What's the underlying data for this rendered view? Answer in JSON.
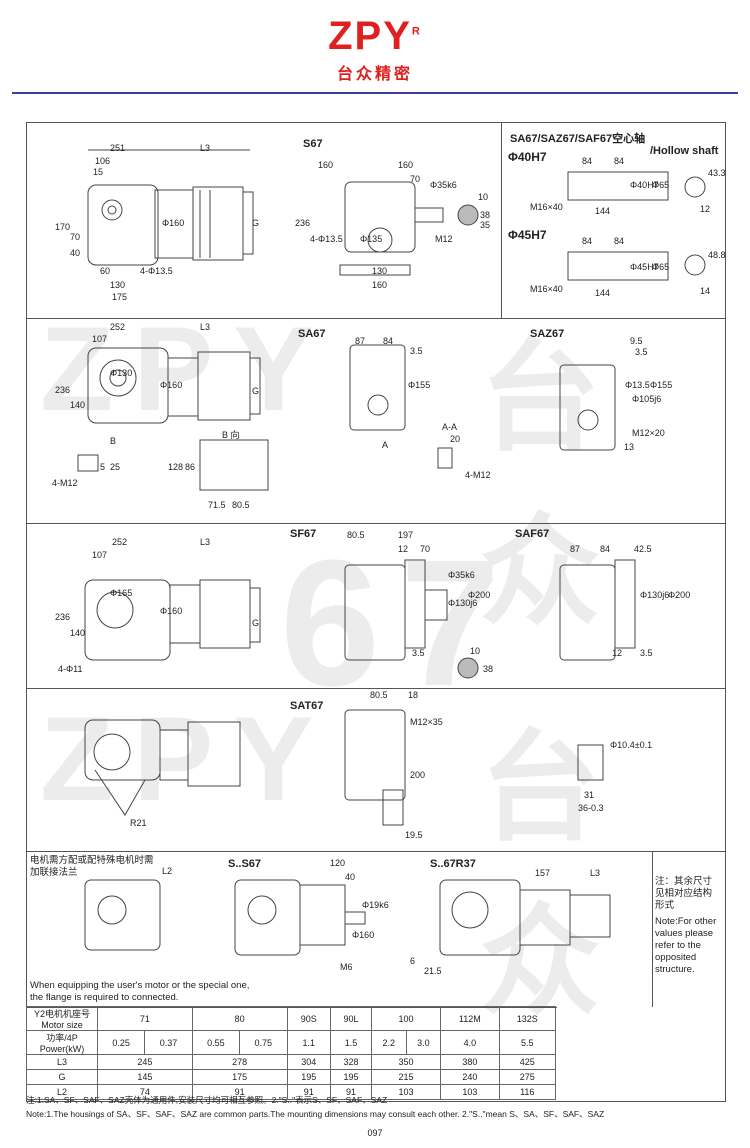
{
  "header": {
    "logo": "ZPY",
    "logo_mark": "R",
    "company_cn": "台众精密"
  },
  "watermark": {
    "text": "ZPY",
    "cn": "台众",
    "num": "67"
  },
  "s67": {
    "title": "S67",
    "dims": [
      "251",
      "L3",
      "106",
      "15",
      "170",
      "70",
      "40",
      "60",
      "130",
      "175",
      "4-Φ13.5",
      "Φ160",
      "G",
      "160",
      "160",
      "70",
      "Φ35k6",
      "236",
      "4-Φ13.5",
      "Φ135",
      "130",
      "160",
      "M12",
      "10",
      "38",
      "35"
    ]
  },
  "hollow": {
    "title": "SA67/SAZ67/SAF67空心轴",
    "title_en": "/Hollow shaft",
    "d40": "Φ40H7",
    "d45": "Φ45H7",
    "dims40": [
      "84",
      "84",
      "Φ40H7",
      "Φ65",
      "M16×40",
      "144",
      "43.3",
      "12"
    ],
    "dims45": [
      "84",
      "84",
      "Φ45H7",
      "Φ65",
      "M16×40",
      "144",
      "48.8",
      "14"
    ]
  },
  "sa67": {
    "title": "SA67",
    "dims": [
      "252",
      "L3",
      "107",
      "Φ130",
      "Φ160",
      "236",
      "140",
      "G",
      "B",
      "B 向",
      "128",
      "86",
      "71.5",
      "80.5",
      "4-M12",
      "5",
      "25",
      "87",
      "84",
      "3.5",
      "Φ155",
      "A",
      "A-A",
      "20",
      "4-M12"
    ]
  },
  "saz67": {
    "title": "SAZ67",
    "dims": [
      "9.5",
      "3.5",
      "Φ13.5",
      "Φ105j6",
      "Φ155",
      "M12×20",
      "13"
    ]
  },
  "sf67": {
    "title": "SF67",
    "dims": [
      "252",
      "L3",
      "107",
      "Φ165",
      "Φ160",
      "236",
      "140",
      "G",
      "4-Φ11",
      "80.5",
      "197",
      "12",
      "70",
      "Φ35k6",
      "Φ130j6",
      "Φ200",
      "3.5",
      "10",
      "38"
    ]
  },
  "saf67": {
    "title": "SAF67",
    "dims": [
      "87",
      "84",
      "42.5",
      "Φ130j6",
      "Φ200",
      "12",
      "3.5"
    ]
  },
  "sat67": {
    "title": "SAT67",
    "dims": [
      "R21",
      "80.5",
      "18",
      "M12×35",
      "200",
      "19.5",
      "Φ10.4±0.1",
      "31",
      "36-0.3"
    ]
  },
  "motor_note": {
    "cn": "电机需方配或配特殊电机时需加联接法兰",
    "en": "When equipping the user's motor or the special one, the flange is required to connected.",
    "l2": "L2"
  },
  "s_s67": {
    "title": "S..S67",
    "dims": [
      "120",
      "40",
      "Φ19k6",
      "Φ160",
      "M6",
      "6",
      "21.5"
    ]
  },
  "s_67r37": {
    "title": "S..67R37",
    "dims": [
      "157",
      "L3"
    ]
  },
  "side_note": {
    "cn": "注：其余尺寸见相对应结构形式",
    "en": "Note:For other values please refer to the opposited structure."
  },
  "table": {
    "h1": "Y2电机机座号 Motor size",
    "h2": "功率/4P Power(kW)",
    "sizes": [
      "71",
      "80",
      "90S",
      "90L",
      "100",
      "112M",
      "132S"
    ],
    "powers": [
      "0.25",
      "0.37",
      "0.55",
      "0.75",
      "1.1",
      "1.5",
      "2.2",
      "3.0",
      "4.0",
      "5.5"
    ],
    "rows": [
      {
        "name": "L3",
        "values": [
          "245",
          "278",
          "304",
          "328",
          "350",
          "380",
          "425"
        ]
      },
      {
        "name": "G",
        "values": [
          "145",
          "175",
          "195",
          "195",
          "215",
          "240",
          "275"
        ]
      },
      {
        "name": "L2",
        "values": [
          "74",
          "91",
          "91",
          "91",
          "103",
          "103",
          "116"
        ]
      }
    ]
  },
  "footnote": {
    "cn": "注:1.SA、SF、SAF、SAZ壳体为通用件,安装尺寸均可相互参照。2.\"S..\"表示S、SF、SAF、SAZ",
    "en": "Note:1.The housings of SA、SF、SAF、SAZ are common parts.The mounting dimensions may consult each other. 2.\"S..\"mean S、SA、SF、SAF、SAZ"
  },
  "page": "097"
}
